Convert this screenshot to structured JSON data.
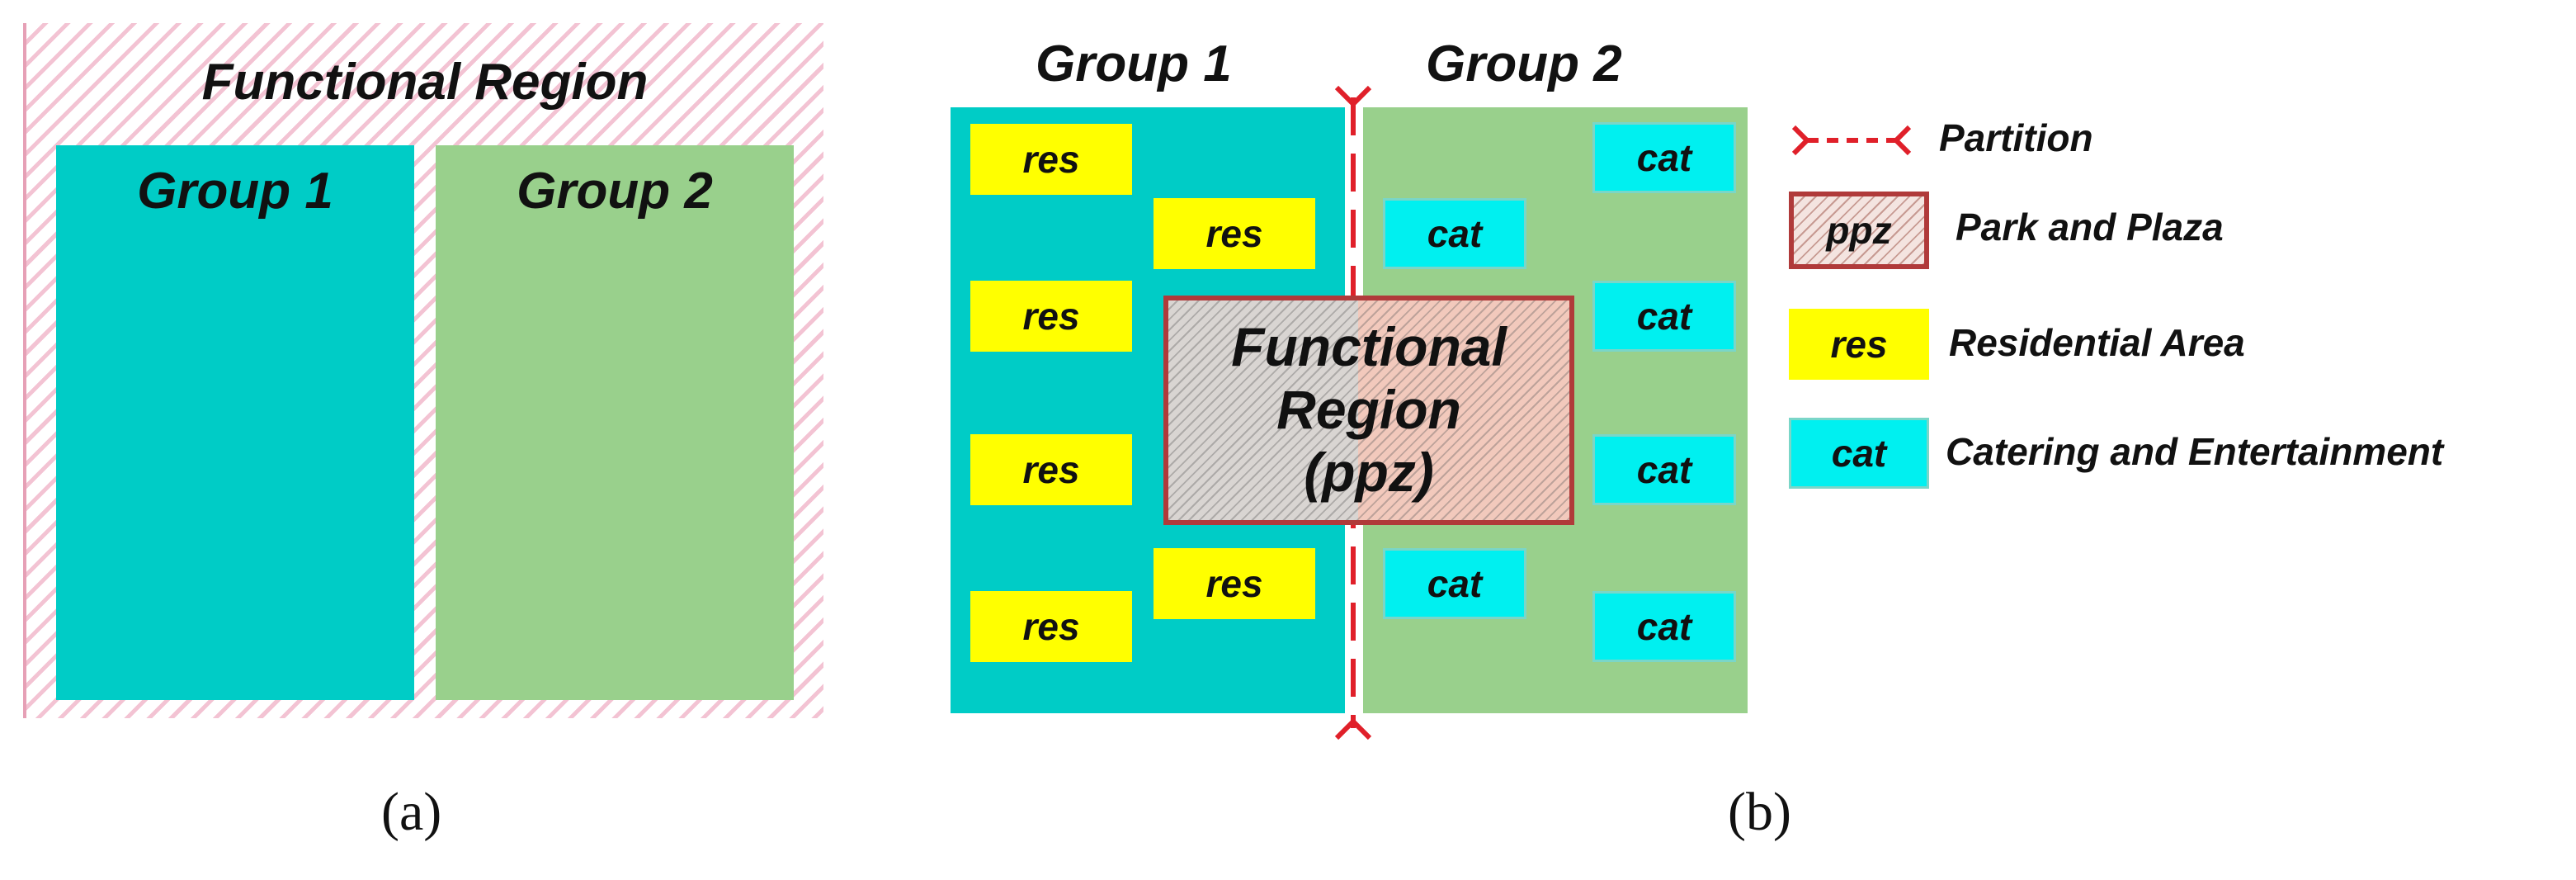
{
  "panel_a": {
    "title": "Functional Region",
    "group1": "Group 1",
    "group2": "Group 2",
    "caption": "(a)"
  },
  "panel_b": {
    "group1_heading": "Group 1",
    "group2_heading": "Group 2",
    "center_label": "Functional Region (ppz)",
    "res_label": "res",
    "cat_label": "cat",
    "caption": "(b)"
  },
  "legend": {
    "partition": "Partition",
    "ppz_symbol": "ppz",
    "ppz_label": "Park and Plaza",
    "res_symbol": "res",
    "res_label": "Residential Area",
    "cat_symbol": "cat",
    "cat_label": "Catering and Entertainment"
  },
  "colors": {
    "group1": "#00ccc6",
    "group2": "#99d08c",
    "res": "#ffff00",
    "cat": "#00f0f0",
    "partition": "#e0202a",
    "ppz_border": "#b03a3a"
  }
}
